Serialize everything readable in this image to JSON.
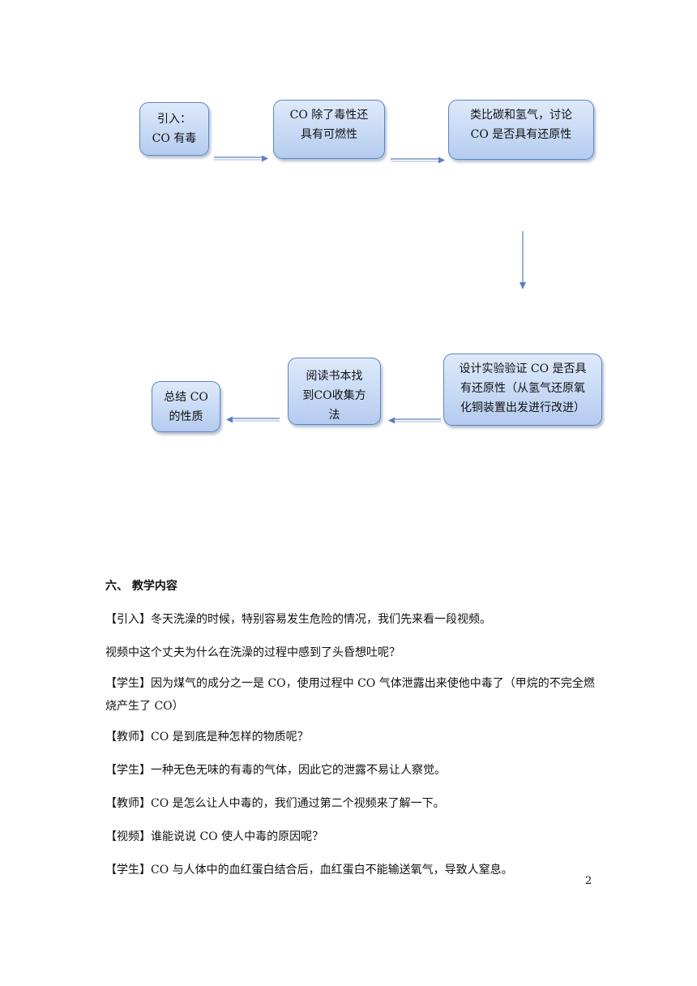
{
  "flowchart": {
    "nodes": [
      {
        "id": "intro",
        "lines": [
          "引入：",
          "CO 有毒"
        ]
      },
      {
        "id": "flammable",
        "lines": [
          "CO 除了毒性还",
          "具有可燃性"
        ]
      },
      {
        "id": "analogy",
        "lines": [
          "类比碳和氢气，讨论",
          "CO 是否具有还原性"
        ]
      },
      {
        "id": "experiment",
        "lines": [
          "设计实验验证 CO 是否具",
          "有还原性（从氢气还原氧",
          "化铜装置出发进行改进）"
        ]
      },
      {
        "id": "reading",
        "lines": [
          "阅读书本找",
          "到CO收集方",
          "法"
        ]
      },
      {
        "id": "summary",
        "lines": [
          "总结 CO",
          "的性质"
        ]
      }
    ]
  },
  "section": {
    "heading": "六、 教学内容",
    "paragraphs": [
      "【引入】冬天洗澡的时候，特别容易发生危险的情况，我们先来看一段视频。",
      "视频中这个丈夫为什么在洗澡的过程中感到了头昏想吐呢？",
      "【学生】因为煤气的成分之一是 CO，使用过程中 CO 气体泄露出来使他中毒了（甲烷的不完全燃烧产生了 CO）",
      "【教师】CO 是到底是种怎样的物质呢？",
      "【学生】一种无色无味的有毒的气体，因此它的泄露不易让人察觉。",
      "【教师】CO 是怎么让人中毒的，我们通过第二个视频来了解一下。",
      "【视频】谁能说说 CO 使人中毒的原因呢？",
      "【学生】CO 与人体中的血红蛋白结合后，血红蛋白不能输送氧气，导致人窒息。"
    ]
  },
  "page_number": "2",
  "colors": {
    "box_border": "#5b84c4",
    "box_fill": "#c7d9f4",
    "arrow": "#5b7fbf"
  }
}
